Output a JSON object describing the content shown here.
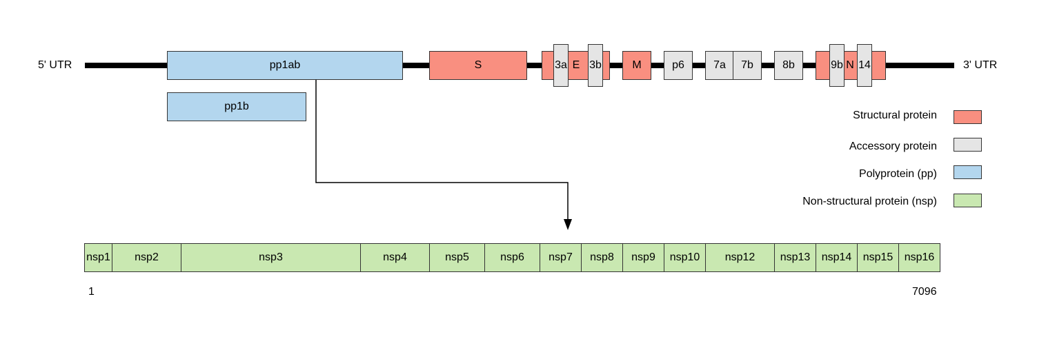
{
  "genome": {
    "utr5": "5' UTR",
    "utr3": "3' UTR",
    "pp1ab": "pp1ab",
    "pp1b": "pp1b",
    "S": "S",
    "E": "E",
    "M": "M",
    "N": "N",
    "a3": "3a",
    "b3": "3b",
    "p6": "p6",
    "a7": "7a",
    "b7": "7b",
    "b8": "8b",
    "b9": "9b",
    "n14": "14"
  },
  "legend": {
    "structural": "Structural protein",
    "accessory": "Accessory protein",
    "polyprotein": "Polyprotein (pp)",
    "nonstructural": "Non-structural protein (nsp)"
  },
  "colors": {
    "structural": "#f98f80",
    "accessory": "#e5e5e5",
    "polyprotein": "#b3d6ee",
    "nonstructural": "#c9e8b1"
  },
  "nsp": [
    "nsp1",
    "nsp2",
    "nsp3",
    "nsp4",
    "nsp5",
    "nsp6",
    "nsp7",
    "nsp8",
    "nsp9",
    "nsp10",
    "nsp12",
    "nsp13",
    "nsp14",
    "nsp15",
    "nsp16"
  ],
  "positions": {
    "start": "1",
    "end": "7096"
  }
}
